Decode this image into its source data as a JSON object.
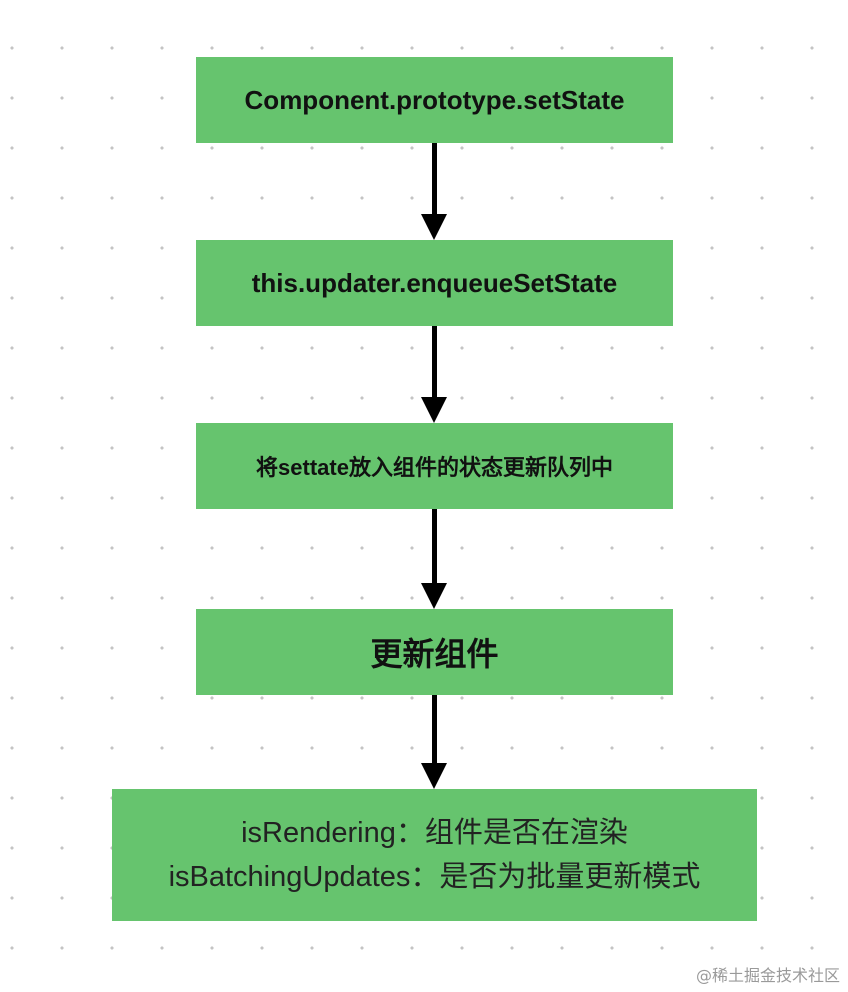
{
  "flow": {
    "step1": "Component.prototype.setState",
    "step2": "this.updater.enqueueSetState",
    "step3": "将settate放入组件的状态更新队列中",
    "step4": "更新组件",
    "step5": {
      "line1": "isRendering：组件是否在渲染",
      "line2": "isBatchingUpdates：是否为批量更新模式"
    }
  },
  "watermark": "@稀土掘金技术社区",
  "colors": {
    "box_fill": "#66c46e",
    "arrow": "#000000",
    "grid_dot": "#c4c4c4"
  }
}
